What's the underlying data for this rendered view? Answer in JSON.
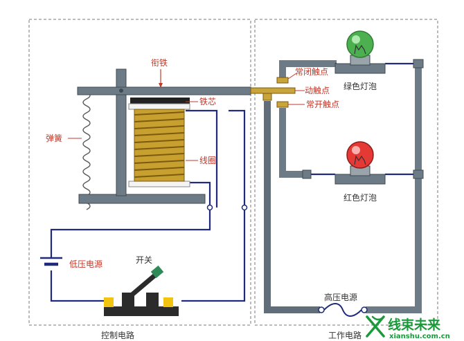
{
  "colors": {
    "label": "#c0392b",
    "wire": "#1f2a7a",
    "metal": "#6d7b86",
    "metal_dark": "#3e4952",
    "brass": "#c9a43a",
    "coil": "#c8a030",
    "coil_dark": "#7a5a10",
    "green_bulb": "#4caf50",
    "red_bulb": "#e53935",
    "switch_yellow": "#f1c40f",
    "switch_green": "#2e8b57",
    "watermark": "#1a9a3a"
  },
  "control_circuit": {
    "title": "控制电路",
    "armature_label": "衔铁",
    "core_label": "铁芯",
    "spring_label": "弹簧",
    "coil_label": "线圈",
    "battery_label": "低压电源",
    "switch_label": "开关"
  },
  "working_circuit": {
    "title": "工作电路",
    "nc_contact_label": "常闭触点",
    "moving_contact_label": "动触点",
    "no_contact_label": "常开触点",
    "green_lamp_label": "绿色灯泡",
    "red_lamp_label": "红色灯泡",
    "hv_source_label": "高压电源"
  },
  "watermark": {
    "logo_text": "线束未来",
    "url": "xianshu.com.cn"
  }
}
